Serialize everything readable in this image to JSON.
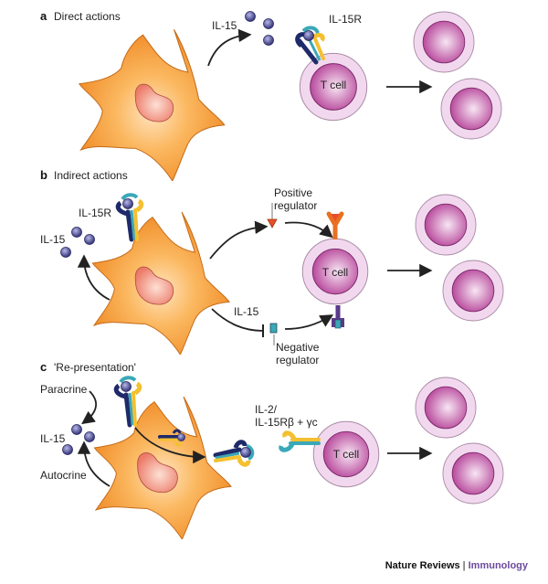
{
  "panels": {
    "a": {
      "letter": "a",
      "title": "Direct actions",
      "il15": "IL-15",
      "il15r": "IL-15R",
      "tcell": "T cell"
    },
    "b": {
      "letter": "b",
      "title": "Indirect actions",
      "il15r": "IL-15R",
      "il15_left": "IL-15",
      "il15_bottom": "IL-15",
      "positive_line1": "Positive",
      "positive_line2": "regulator",
      "negative_line1": "Negative",
      "negative_line2": "regulator",
      "tcell": "T cell"
    },
    "c": {
      "letter": "c",
      "title": "'Re-presentation'",
      "paracrine": "Paracrine",
      "autocrine": "Autocrine",
      "il15": "IL-15",
      "receptor_line1": "IL-2/",
      "receptor_line2": "IL-15Rβ + γc",
      "tcell": "T cell"
    }
  },
  "footer": {
    "journal": "Nature Reviews",
    "separator": " | ",
    "field": "Immunology"
  },
  "colors": {
    "cell_orange": "#f7a040",
    "nucleus": "#f08a78",
    "tcell_outer": "#f0d4ec",
    "tcell_inner": "#c35aa8",
    "il15_ball": "#4a4a8c",
    "receptor_dark": "#1e2a6a",
    "receptor_teal": "#3aa8b8",
    "receptor_yellow": "#f4c030",
    "positive_regulator": "#e8502a",
    "negative_regulator": "#5a3a8a",
    "footer_field": "#6a4a9c"
  }
}
